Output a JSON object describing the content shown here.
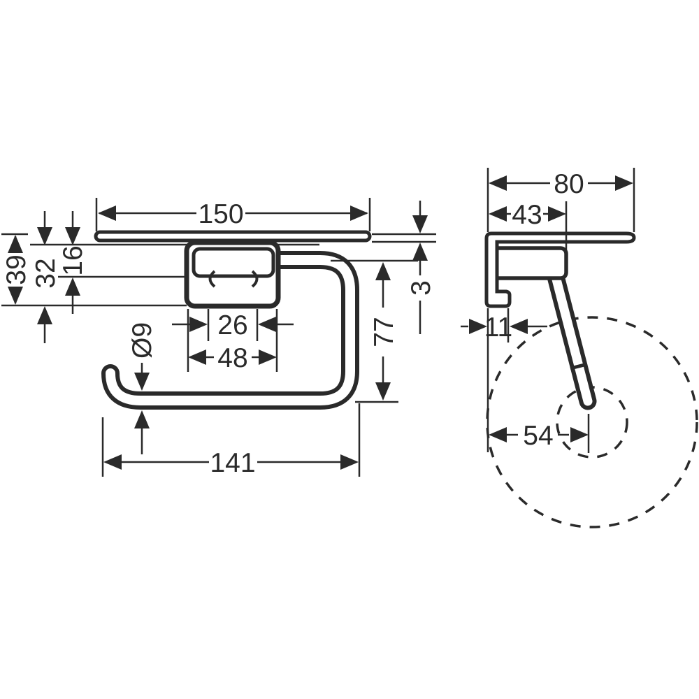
{
  "drawing": {
    "type": "technical-dimension-drawing",
    "subject": "wall-mounted toilet paper holder with shelf",
    "ink_color": "#2a2a2a",
    "background_color": "#ffffff"
  },
  "front_view": {
    "dimensions": {
      "shelf_width": "150",
      "total_height": "39",
      "plate_height": "32",
      "screw_offset_height": "16",
      "screw_spacing": "26",
      "plate_width": "48",
      "bar_diameter": "Ø9",
      "holder_drop_height": "77",
      "bar_reach": "141",
      "shelf_thickness": "3"
    }
  },
  "side_view": {
    "dimensions": {
      "shelf_depth": "80",
      "bracket_depth": "43",
      "lower_lip_depth": "11",
      "roll_axis_offset": "54"
    }
  }
}
